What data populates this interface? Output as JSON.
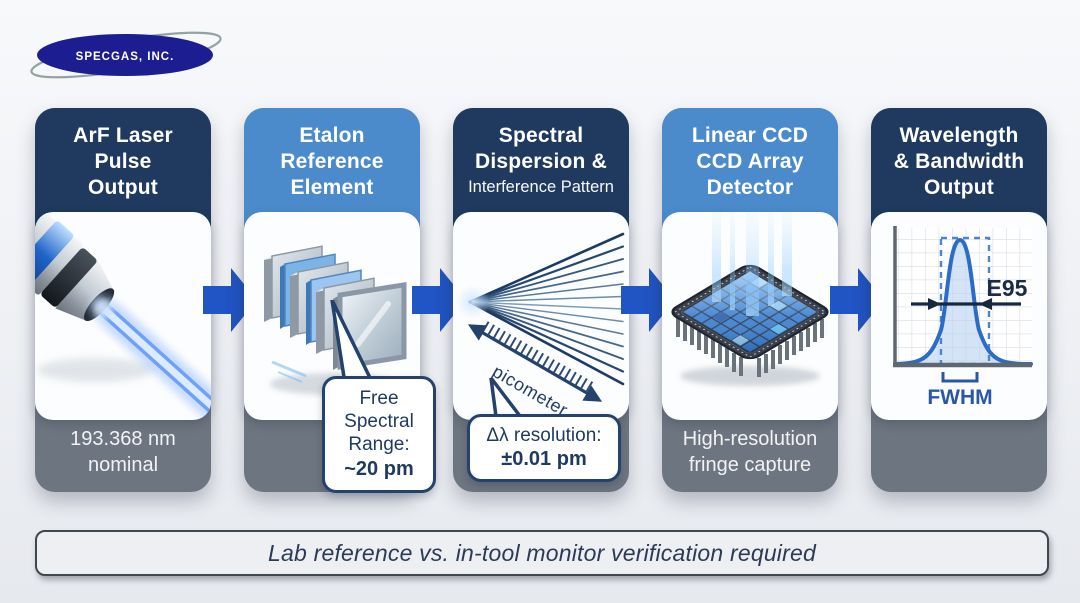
{
  "logo": {
    "company": "SPECGAS, INC."
  },
  "flow": {
    "cards": [
      {
        "key": "arf-laser-pulse-output",
        "header_lines": [
          "ArF Laser",
          "Pulse",
          "Output"
        ],
        "footer_lines": [
          "193.368 nm",
          "nominal"
        ],
        "image": "laser-pointer"
      },
      {
        "key": "etalon-reference-element",
        "header_lines": [
          "Etalon",
          "Reference",
          "Element"
        ],
        "callout": {
          "lines": [
            "Free",
            "Spectral",
            "Range:"
          ],
          "value": "~20 pm"
        },
        "image": "etalon-stack"
      },
      {
        "key": "spectral-dispersion-interference",
        "header_lines": [
          "Spectral",
          "Dispersion &"
        ],
        "header_subtitle": "Interference Pattern",
        "ruler_label": "picometer",
        "callout": {
          "label": "Δλ resolution:",
          "value": "±0.01 pm"
        },
        "image": "dispersion-fan"
      },
      {
        "key": "linear-ccd-array-detector",
        "header_lines": [
          "Linear CCD",
          "CCD Array",
          "Detector"
        ],
        "footer_lines": [
          "High-resolution",
          "fringe capture"
        ],
        "image": "ccd-chip"
      },
      {
        "key": "wavelength-bandwidth-output",
        "header_lines": [
          "Wavelength",
          "& Bandwidth",
          "Output"
        ],
        "labels": {
          "e95": "E95",
          "fwhm": "FWHM"
        },
        "image": "spectrum-graph"
      }
    ]
  },
  "banner": {
    "text": "Lab reference vs. in-tool monitor verification required"
  },
  "colors": {
    "header_dark": "#1f3a5e",
    "header_light": "#4b8bcb",
    "footer_gray": "#6d7580",
    "arrow_blue": "#2154c4",
    "accent_navy": "#24426b"
  }
}
